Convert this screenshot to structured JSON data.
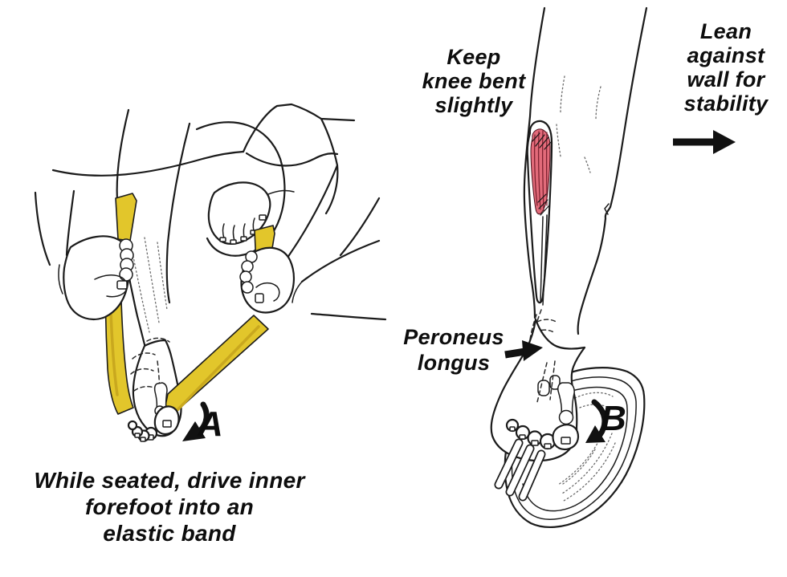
{
  "illustration": {
    "left_panel": {
      "caption": "While seated, drive inner\nforefoot into an\nelastic band",
      "step_label": "A"
    },
    "right_panel": {
      "knee_note": "Keep\nknee bent\nslightly",
      "wall_note": "Lean\nagainst\nwall for\nstability",
      "muscle_label": "Peroneus\nlongus",
      "step_label": "B"
    }
  },
  "colors": {
    "band_yellow": "#e2c62b",
    "band_shade": "#c9a81e",
    "muscle_red": "#e26b7a",
    "muscle_fiber": "#7e2231",
    "ink": "#1b1b1b"
  }
}
